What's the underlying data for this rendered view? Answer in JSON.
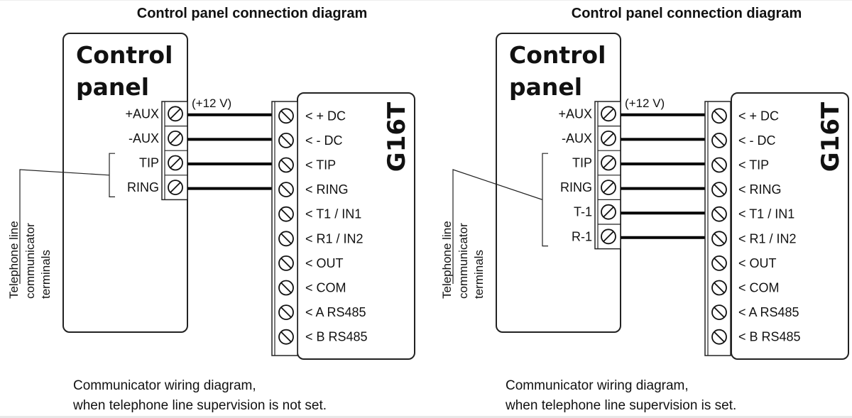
{
  "diagrams": [
    {
      "title": "Control panel connection diagram",
      "control_panel": {
        "title_line1": "Control",
        "title_line2": "panel",
        "terminals": [
          "+AUX",
          "-AUX",
          "TIP",
          "RING"
        ]
      },
      "voltage_label": "(+12 V)",
      "side_label": {
        "line1": "Telephone line",
        "line2": "communicator",
        "line3": "terminals"
      },
      "bracket_terminals": [
        "TIP",
        "RING"
      ],
      "device": {
        "name": "G16T",
        "terminals": [
          "< + DC",
          "< - DC",
          "< TIP",
          "< RING",
          "< T1 / IN1",
          "< R1 / IN2",
          "< OUT",
          "< COM",
          "< A RS485",
          "< B RS485"
        ]
      },
      "wires": [
        {
          "from": "+AUX",
          "to": "< + DC"
        },
        {
          "from": "-AUX",
          "to": "< - DC"
        },
        {
          "from": "TIP",
          "to": "< TIP"
        },
        {
          "from": "RING",
          "to": "< RING"
        }
      ],
      "caption": {
        "line1": "Communicator wiring diagram,",
        "line2": "when telephone line supervision is not set."
      }
    },
    {
      "title": "Control panel connection diagram",
      "control_panel": {
        "title_line1": "Control",
        "title_line2": "panel",
        "terminals": [
          "+AUX",
          "-AUX",
          "TIP",
          "RING",
          "T-1",
          "R-1"
        ]
      },
      "voltage_label": "(+12 V)",
      "side_label": {
        "line1": "Telephone line",
        "line2": "communicator",
        "line3": "terminals"
      },
      "bracket_terminals": [
        "TIP",
        "RING",
        "T-1",
        "R-1"
      ],
      "device": {
        "name": "G16T",
        "terminals": [
          "< + DC",
          "< - DC",
          "< TIP",
          "< RING",
          "< T1 / IN1",
          "< R1 / IN2",
          "< OUT",
          "< COM",
          "< A RS485",
          "< B RS485"
        ]
      },
      "wires": [
        {
          "from": "+AUX",
          "to": "< + DC"
        },
        {
          "from": "-AUX",
          "to": "< - DC"
        },
        {
          "from": "TIP",
          "to": "< TIP"
        },
        {
          "from": "RING",
          "to": "< RING"
        },
        {
          "from": "T-1",
          "to": "< T1 / IN1"
        },
        {
          "from": "R-1",
          "to": "< R1 / IN2"
        }
      ],
      "caption": {
        "line1": "Communicator wiring diagram,",
        "line2": "when telephone line supervision is set."
      }
    }
  ],
  "colors": {
    "ink": "#111111",
    "background": "#ffffff",
    "strip": "#e8e8e8"
  }
}
